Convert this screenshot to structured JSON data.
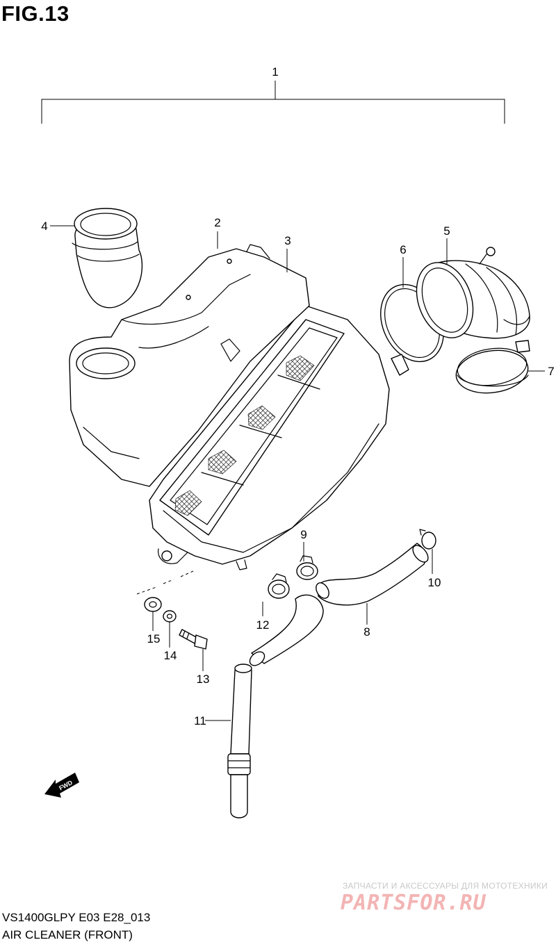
{
  "figure": {
    "title": "FIG.13"
  },
  "callouts": {
    "c1": "1",
    "c2": "2",
    "c3": "3",
    "c4": "4",
    "c5": "5",
    "c6": "6",
    "c7": "7",
    "c8": "8",
    "c9": "9",
    "c10": "10",
    "c11": "11",
    "c12": "12",
    "c13": "13",
    "c14": "14",
    "c15": "15"
  },
  "direction_marker": {
    "label": "FWD"
  },
  "footer": {
    "model_code": "VS1400GLPY E03 E28_013",
    "section_name": "AIR CLEANER (FRONT)"
  },
  "watermark": {
    "tagline": "ЗАПЧАСТИ И АКСЕССУАРЫ ДЛЯ МОТОТЕХНИКИ",
    "logo_text": "PARTSFOR.RU"
  }
}
